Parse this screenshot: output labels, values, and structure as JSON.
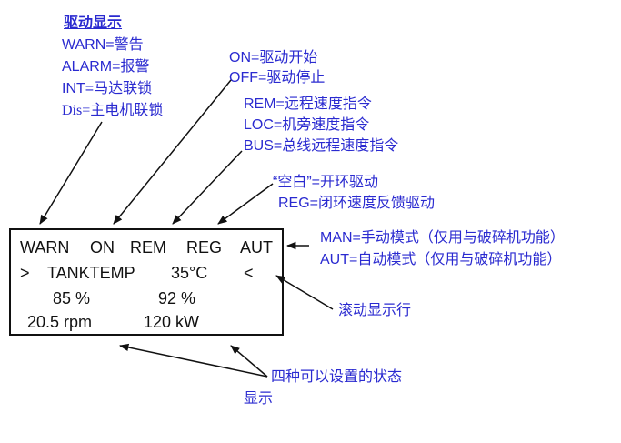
{
  "drive_display": {
    "title": "驱动显示",
    "items": [
      "WARN=警告",
      "ALARM=报警",
      "INT=马达联锁"
    ],
    "dis": "Dis=主电机联锁"
  },
  "on_off": [
    "ON=驱动开始",
    "OFF=驱动停止"
  ],
  "reference": [
    "REM=远程速度指令",
    "LOC=机旁速度指令",
    "BUS=总线远程速度指令"
  ],
  "feedback": [
    "“空白”=开环驱动",
    "REG=闭环速度反馈驱动"
  ],
  "mode": [
    "MAN=手动模式（仅用与破碎机功能）",
    "AUT=自动模式（仅用与破碎机功能）"
  ],
  "scroll_label": "滚动显示行",
  "settable": {
    "line1": "四种可以设置的状态",
    "line2": "显示"
  },
  "lcd": {
    "status": [
      "WARN",
      "ON",
      "REM",
      "REG",
      "AUT"
    ],
    "scroll": {
      "left_arrow": ">",
      "name": "TANKTEMP",
      "value": "35°C",
      "right_arrow": "<"
    },
    "row3": [
      "85 %",
      "92 %"
    ],
    "row4": [
      "20.5 rpm",
      "120 kW"
    ]
  }
}
